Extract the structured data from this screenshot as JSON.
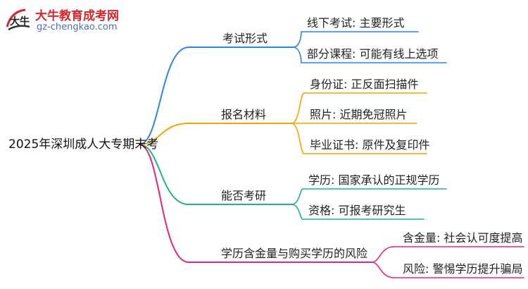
{
  "logo": {
    "name": "大牛教育成考网",
    "url": "gz-chengkao.com",
    "mark_text": "大牛"
  },
  "root": "2025年深圳成人大专期末考",
  "branches": [
    {
      "label": "考试形式",
      "color": "#2f86e0",
      "children": [
        "线下考试: 主要形式",
        "部分课程: 可能有线上选项"
      ]
    },
    {
      "label": "报名材料",
      "color": "#f2a400",
      "children": [
        "身份证: 正反面扫描件",
        "照片: 近期免冠照片",
        "毕业证书: 原件及复印件"
      ]
    },
    {
      "label": "能否考研",
      "color": "#22b57a",
      "children": [
        "学历: 国家承认的正规学历",
        "资格: 可报考研究生"
      ]
    },
    {
      "label": "学历含金量与购买学历的风险",
      "color": "#e8237a",
      "children": [
        "含金量: 社会认可度提高",
        "风险: 警惕学历提升骗局"
      ]
    }
  ]
}
